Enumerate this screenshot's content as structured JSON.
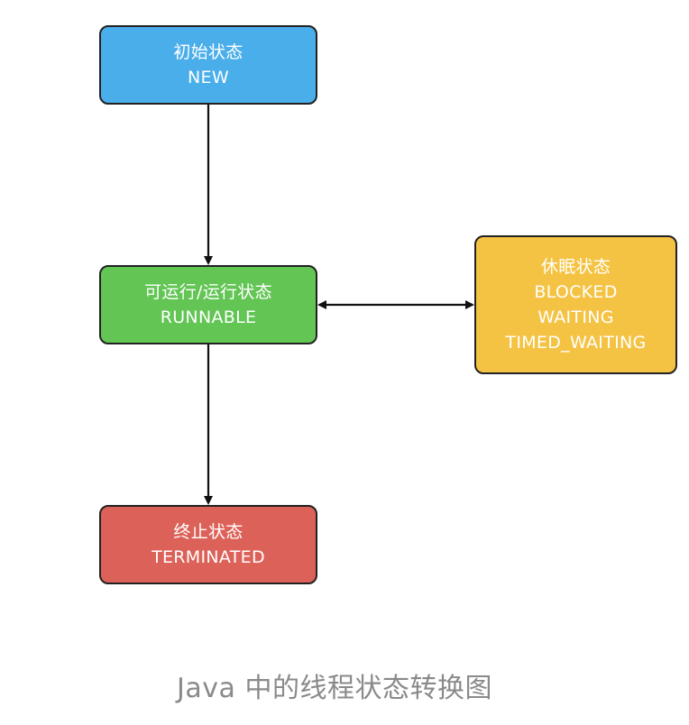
{
  "colors": {
    "new": "#4aaeea",
    "runnable": "#62c554",
    "sleep": "#f5c343",
    "terminated": "#dc6259",
    "border": "#222222",
    "arrow": "#111111",
    "caption": "#8a8a8a"
  },
  "nodes": {
    "new": {
      "title": "初始状态",
      "state": "NEW"
    },
    "runnable": {
      "title": "可运行/运行状态",
      "state": "RUNNABLE"
    },
    "sleep": {
      "title": "休眠状态",
      "states": [
        "BLOCKED",
        "WAITING",
        "TIMED_WAITING"
      ]
    },
    "terminated": {
      "title": "终止状态",
      "state": "TERMINATED"
    }
  },
  "edges": [
    {
      "from": "new",
      "to": "runnable",
      "direction": "one-way"
    },
    {
      "from": "runnable",
      "to": "sleep",
      "direction": "two-way"
    },
    {
      "from": "runnable",
      "to": "terminated",
      "direction": "one-way"
    }
  ],
  "caption": "Java 中的线程状态转换图"
}
